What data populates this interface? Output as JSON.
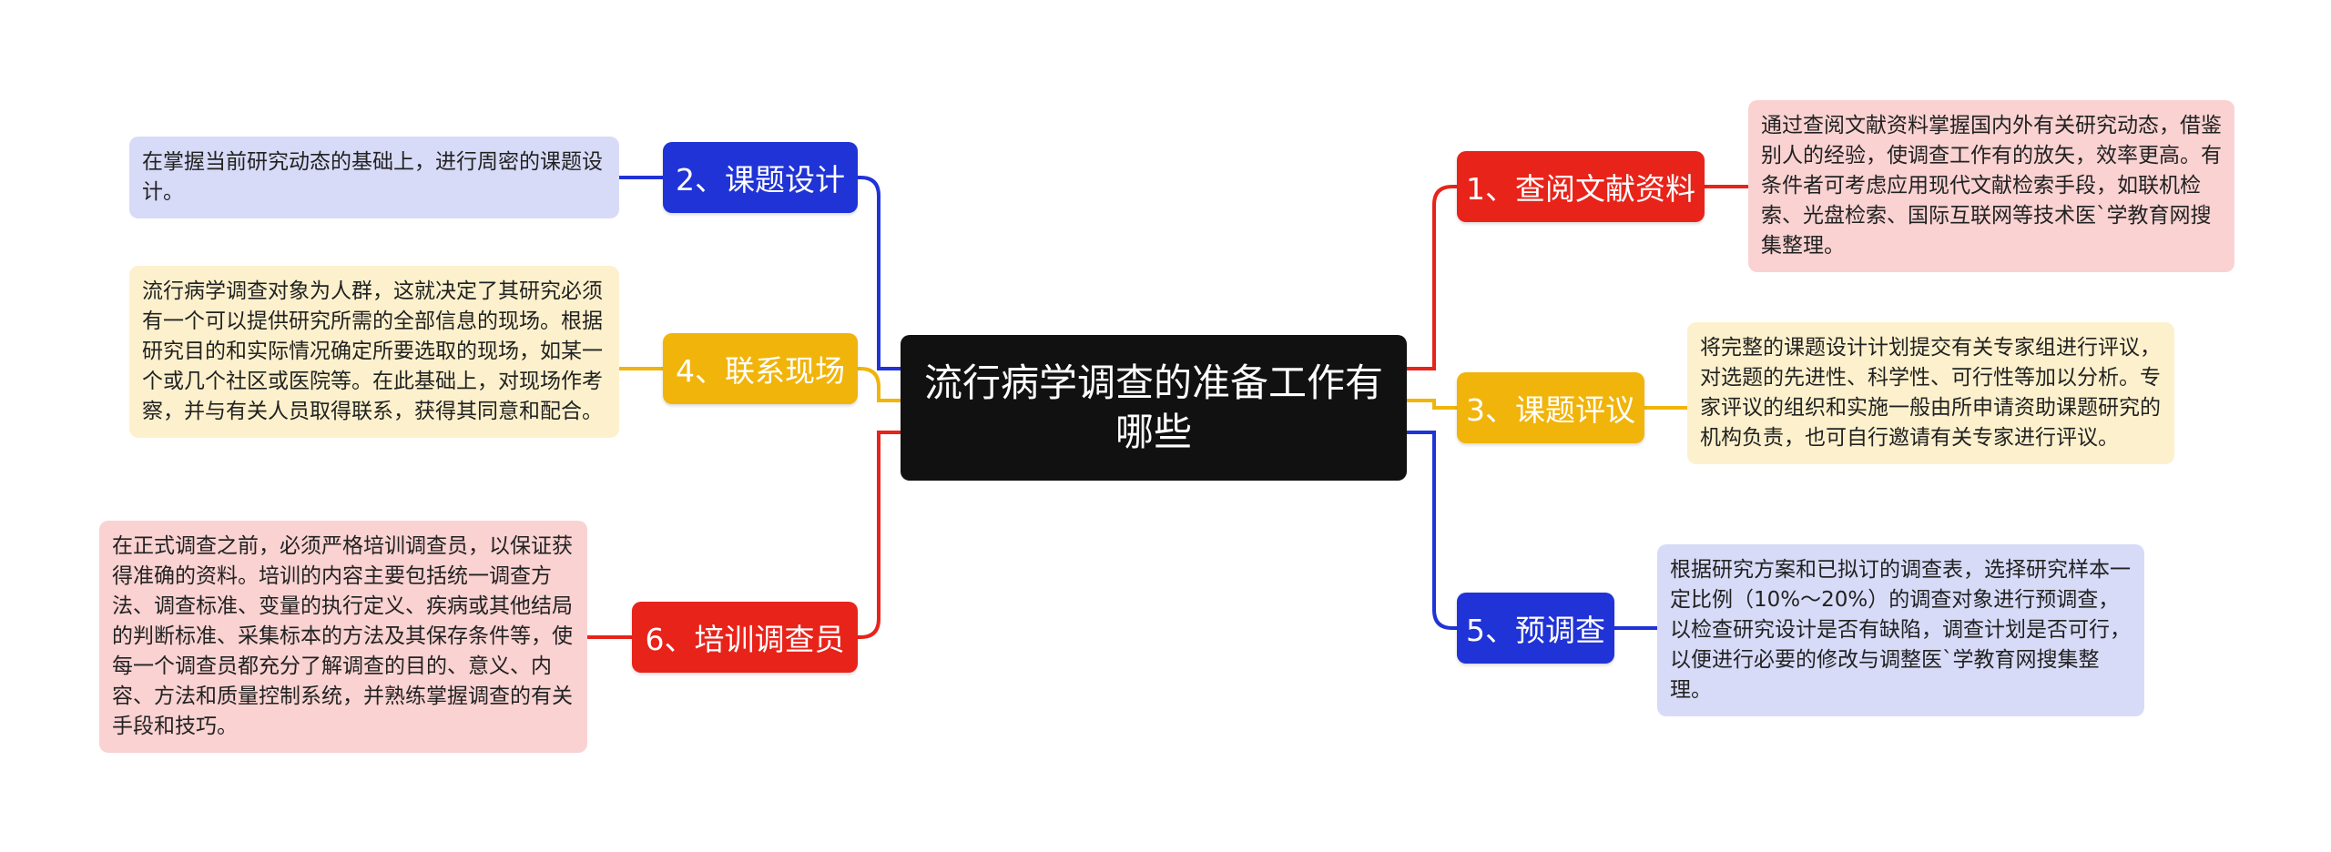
{
  "center": {
    "title": "流行病学调查的准备工作有哪些"
  },
  "colors": {
    "red": "#e8231a",
    "blue": "#2033d6",
    "yellow": "#f1b40b"
  },
  "branches": [
    {
      "label": "1、查阅文献资料",
      "color": "red",
      "detail": "通过查阅文献资料掌握国内外有关研究动态，借鉴别人的经验，使调查工作有的放矢，效率更高。有条件者可考虑应用现代文献检索手段，如联机检索、光盘检索、国际互联网等技术医`学教育网搜集整理。"
    },
    {
      "label": "2、课题设计",
      "color": "blue",
      "detail": "在掌握当前研究动态的基础上，进行周密的课题设计。"
    },
    {
      "label": "3、课题评议",
      "color": "yellow",
      "detail": "将完整的课题设计计划提交有关专家组进行评议，对选题的先进性、科学性、可行性等加以分析。专家评议的组织和实施一般由所申请资助课题研究的机构负责，也可自行邀请有关专家进行评议。"
    },
    {
      "label": "4、联系现场",
      "color": "yellow",
      "detail": "流行病学调查对象为人群，这就决定了其研究必须有一个可以提供研究所需的全部信息的现场。根据研究目的和实际情况确定所要选取的现场，如某一个或几个社区或医院等。在此基础上，对现场作考察，并与有关人员取得联系，获得其同意和配合。"
    },
    {
      "label": "5、预调查",
      "color": "blue",
      "detail": "根据研究方案和已拟订的调查表，选择研究样本一定比例（10%～20%）的调查对象进行预调查，以检查研究设计是否有缺陷，调查计划是否可行，以便进行必要的修改与调整医`学教育网搜集整理。"
    },
    {
      "label": "6、培训调查员",
      "color": "red",
      "detail": "在正式调查之前，必须严格培训调查员，以保证获得准确的资料。培训的内容主要包括统一调查方法、调查标准、变量的执行定义、疾病或其他结局的判断标准、采集标本的方法及其保存条件等，使每一个调查员都充分了解调查的目的、意义、内容、方法和质量控制系统，并熟练掌握调查的有关手段和技巧。"
    }
  ]
}
